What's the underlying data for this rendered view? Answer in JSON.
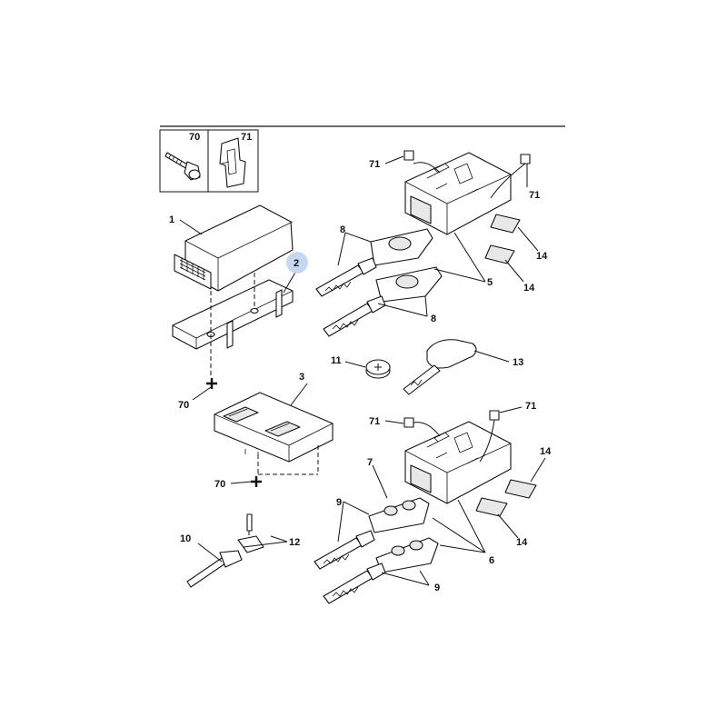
{
  "callouts": {
    "n70_box": "70",
    "n71_box": "71",
    "n1": "1",
    "n2": "2",
    "n70_a": "70",
    "n3": "3",
    "n70_b": "70",
    "n10": "10",
    "n12": "12",
    "n71_top_left": "71",
    "n71_top_right": "71",
    "n8_a": "8",
    "n5": "5",
    "n8_b": "8",
    "n14_a": "14",
    "n14_b": "14",
    "n11": "11",
    "n13": "13",
    "n71_mid_left": "71",
    "n71_mid_right": "71",
    "n7": "7",
    "n9_a": "9",
    "n6": "6",
    "n9_b": "9",
    "n14_c": "14",
    "n14_d": "14"
  },
  "highlight_color": "#c5d8f0"
}
